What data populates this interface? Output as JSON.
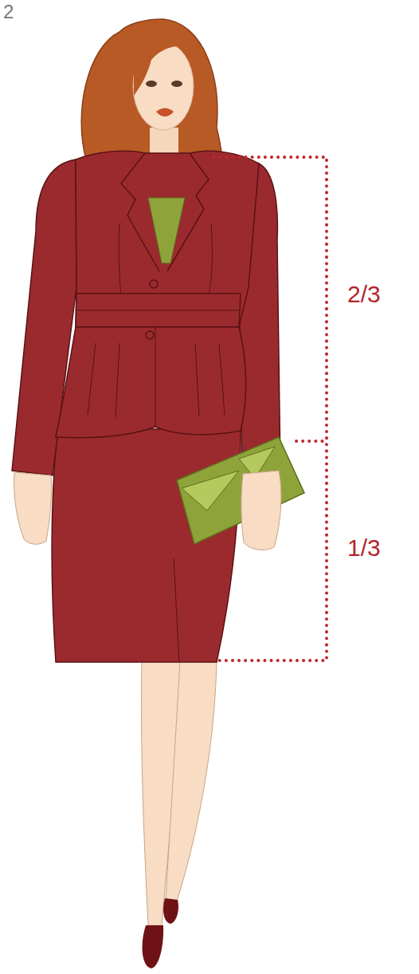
{
  "diagram": {
    "labels": [
      "2",
      "2/3",
      "1/3"
    ]
  }
}
